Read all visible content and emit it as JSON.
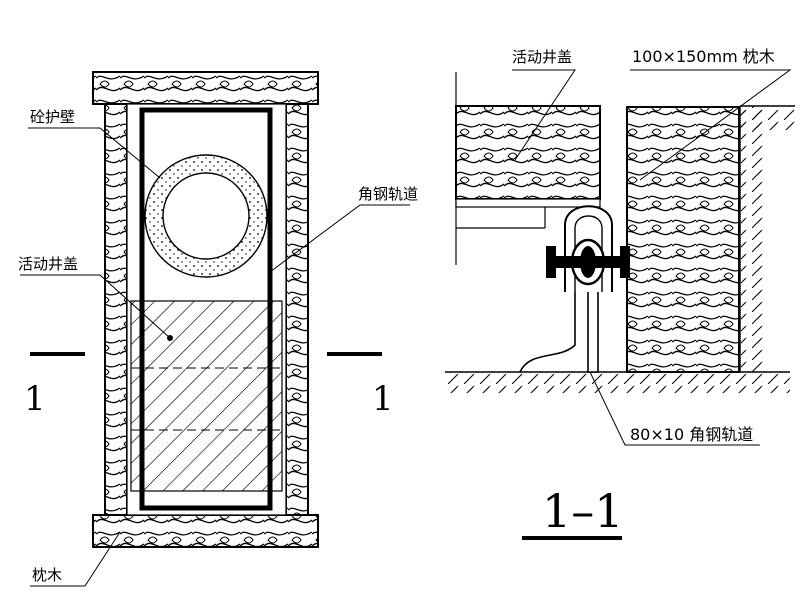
{
  "plan": {
    "labels": {
      "concrete_wall": "砼护壁",
      "angle_rail": "角钢轨道",
      "movable_cover": "活动井盖",
      "sleeper": "枕木"
    },
    "section_marks": {
      "left": "1",
      "right": "1"
    }
  },
  "section": {
    "labels": {
      "movable_cover": "活动井盖",
      "sleeper_size": "100×150mm 枕木",
      "rail_size": "80×10 角钢轨道"
    },
    "title": "1–1"
  },
  "colors": {
    "line": "#000000",
    "background": "#ffffff"
  }
}
